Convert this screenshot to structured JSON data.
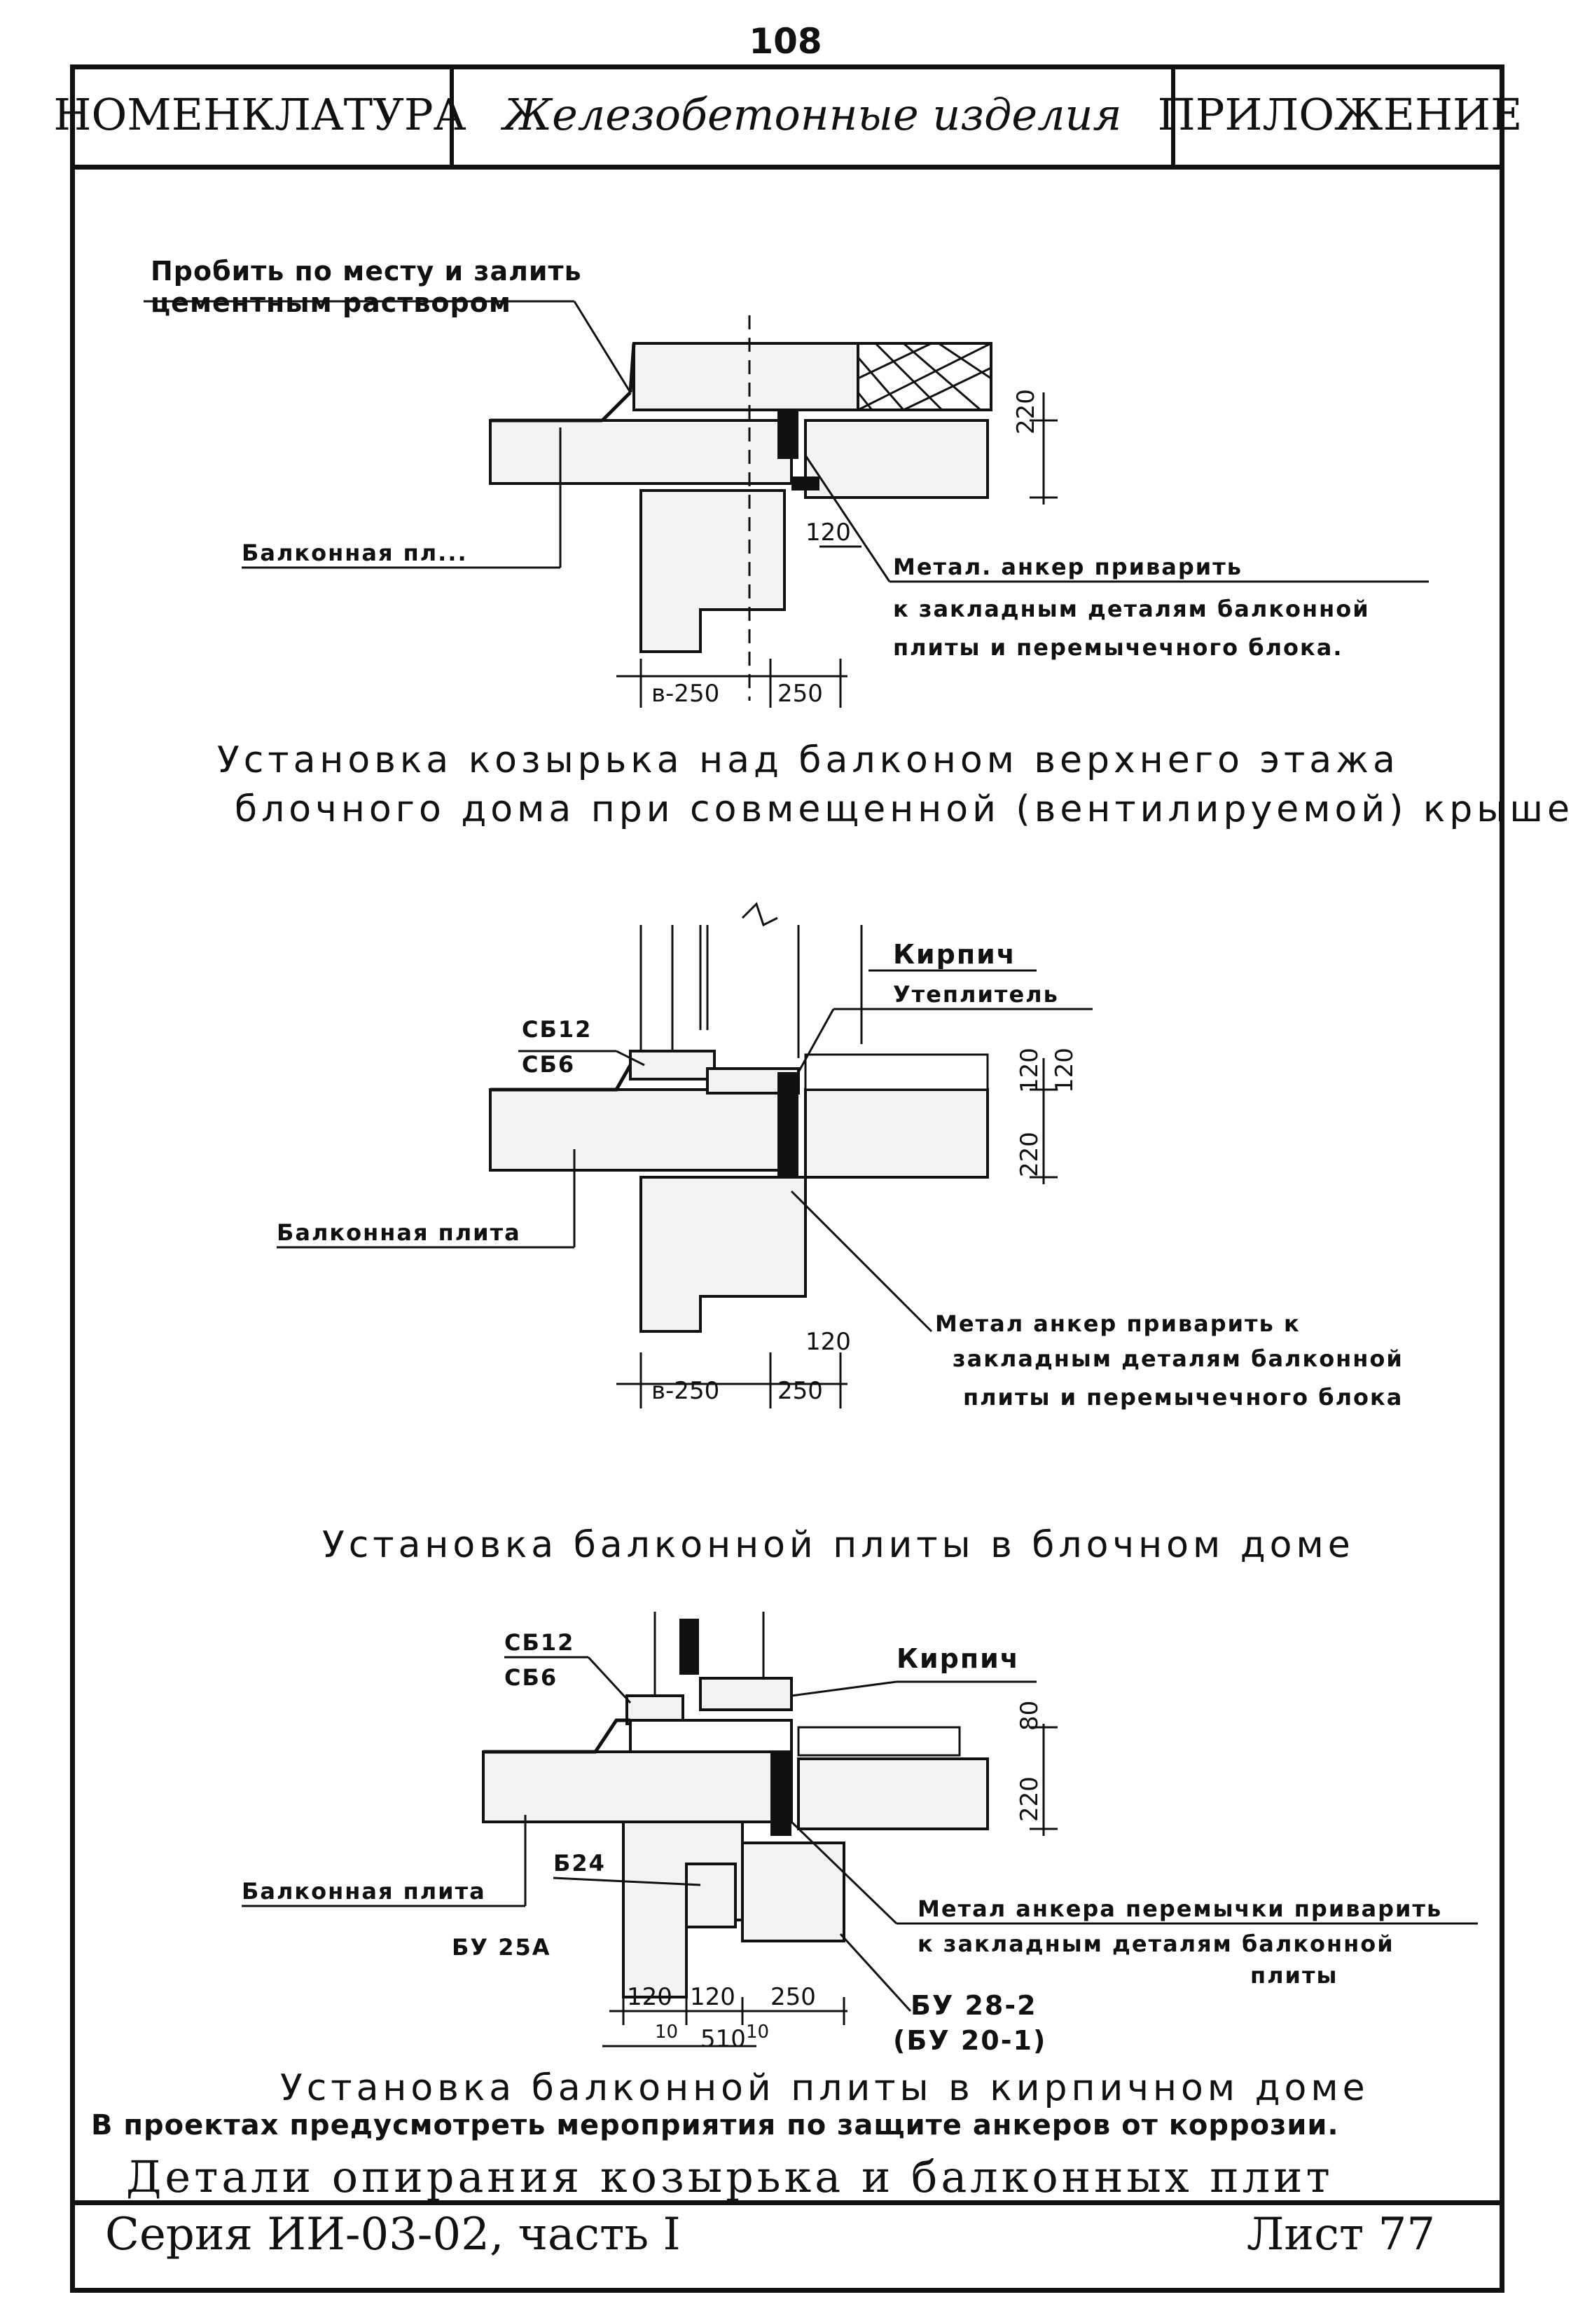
{
  "page_number": "108",
  "header": {
    "nomenclature": "НОМЕНКЛАТУРА",
    "subject": "Железобетонные изделия",
    "appendix": "ПРИЛОЖЕНИЕ"
  },
  "figure1": {
    "note_line1": "Пробить по месту и залить",
    "note_line2": "цементным раствором",
    "balcony_label": "Балконная пл...",
    "anchor_line1": "Метал. анкер приварить",
    "anchor_line2": "к закладным деталям балконной",
    "anchor_line3": "плиты и перемычечного блока.",
    "dim_220": "220",
    "dim_120": "120",
    "dim_b250": "в-250",
    "dim_250": "250",
    "caption_line1": "Установка козырька над балконом верхнего этажа",
    "caption_line2": "блочного дома при совмещенной (вентилируемой) крыше."
  },
  "figure2": {
    "brick": "Кирпич",
    "insulation": "Утеплитель",
    "sb12": "СБ12",
    "sb6": "СБ6",
    "balcony_label": "Балконная плита",
    "anchor_line1": "Метал анкер приварить к",
    "anchor_line2": "закладным деталям балконной",
    "anchor_line3": "плиты и перемычечного блока",
    "dim_120a": "120",
    "dim_120b": "120",
    "dim_220": "220",
    "dim_b250": "в-250",
    "dim_250": "250",
    "caption": "Установка балконной плиты в блочном доме"
  },
  "figure3": {
    "sb12": "СБ12",
    "sb6": "СБ6",
    "brick": "Кирпич",
    "dim_80": "80",
    "dim_220": "220",
    "b24": "Б24",
    "balcony_label": "Балконная плита",
    "bu25": "БУ 25А",
    "anchor_line1": "Метал анкера перемычки приварить",
    "anchor_line2": "к закладным деталям балконной",
    "anchor_line3": "плиты",
    "dim_120a": "120",
    "dim_120b": "120",
    "dim_250": "250",
    "dim_10a": "10",
    "dim_510": "510",
    "dim_10b": "10",
    "bu28": "БУ 28-2",
    "bu20": "(БУ 20-1)",
    "caption": "Установка балконной плиты в кирпичном доме"
  },
  "note": "В проектах предусмотреть мероприятия по защите анкеров от коррозии.",
  "sheet_title": "Детали опирания козырька и балконных плит",
  "footer": {
    "series": "Серия ИИ-03-02, часть I",
    "sheet": "Лист 77"
  }
}
